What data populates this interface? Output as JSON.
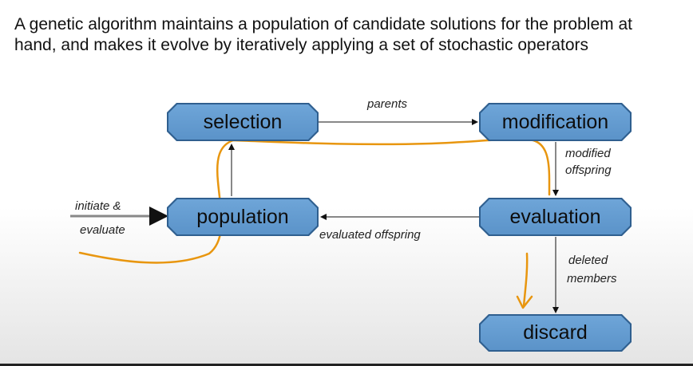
{
  "intro_text": "A genetic algorithm maintains a population of candidate solutions for the problem at hand, and makes it evolve by iteratively applying a set of stochastic operators",
  "nodes": {
    "selection": "selection",
    "modification": "modification",
    "population": "population",
    "evaluation": "evaluation",
    "discard": "discard"
  },
  "edges": {
    "parents": "parents",
    "modified_offspring_1": "modified",
    "modified_offspring_2": "offspring",
    "initiate_1": "initiate &",
    "initiate_2": "evaluate",
    "evaluated_offspring": "evaluated offspring",
    "deleted_1": "deleted",
    "deleted_2": "members"
  },
  "colors": {
    "node_fill": "#5b93c9",
    "node_border": "#2f5f8f",
    "annotation": "#e8960f"
  }
}
